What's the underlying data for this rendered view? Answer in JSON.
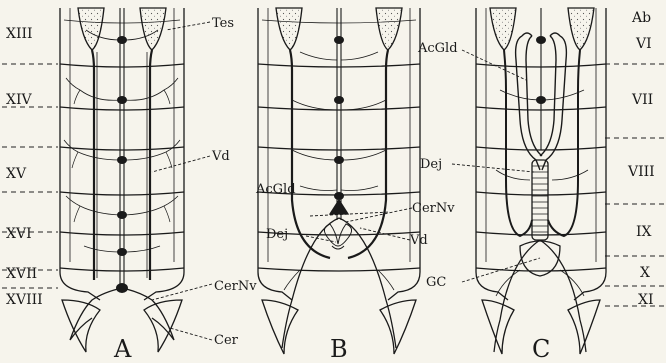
{
  "figure": {
    "panels": [
      {
        "letter": "A"
      },
      {
        "letter": "B"
      },
      {
        "letter": "C"
      }
    ],
    "left_segments": [
      "XIII",
      "XIV",
      "XV",
      "XVI",
      "XVII",
      "XVIII"
    ],
    "right_segments": [
      "Ab",
      "VI",
      "VII",
      "VIII",
      "IX",
      "X",
      "XI"
    ],
    "labels": {
      "tes": "Tes",
      "vd_a": "Vd",
      "cernv_a": "CerNv",
      "cer_a": "Cer",
      "acgld_b": "AcGld",
      "dej_b": "Dej",
      "cernv_b": "CerNv",
      "vd_b": "Vd",
      "acgld_c": "AcGld",
      "dej_c": "Dej",
      "gc_c": "GC"
    }
  }
}
